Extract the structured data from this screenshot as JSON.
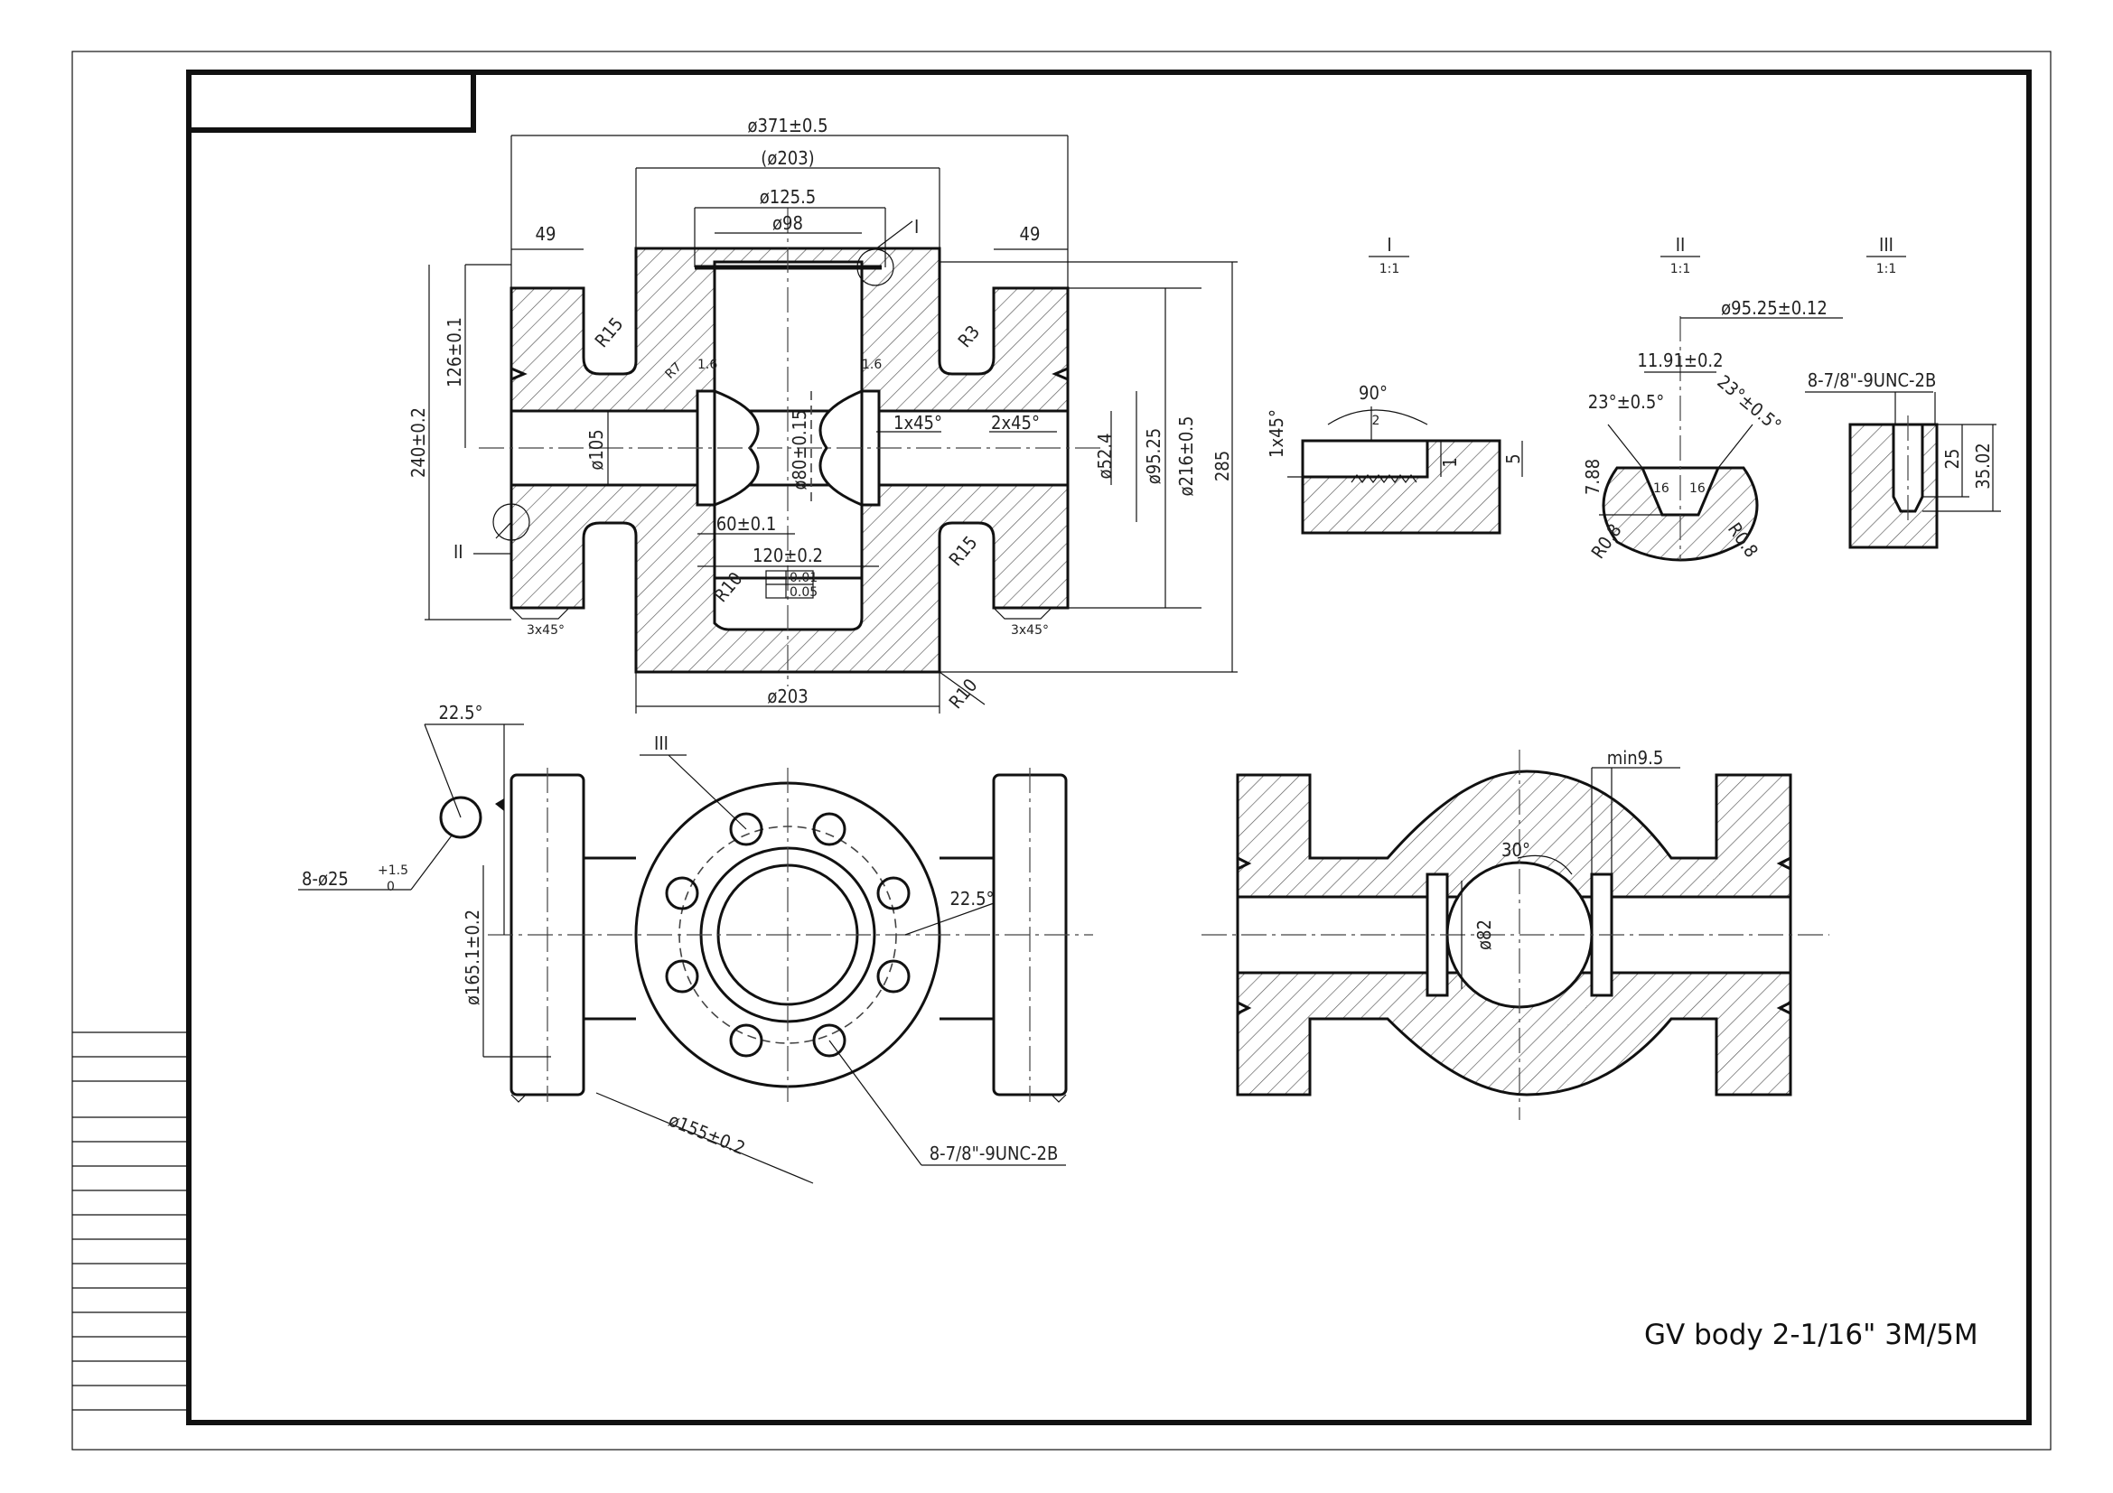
{
  "drawing_title": "GV body 2-1/16\" 3M/5M",
  "section_view": {
    "dims": {
      "overall_width": "ø371±0.5",
      "ref_dia": "(ø203)",
      "bore_125": "ø125.5",
      "bore_98": "ø98",
      "flange_left": "49",
      "flange_right": "49",
      "height_126": "126±0.1",
      "height_240": "240±0.2",
      "dia_105": "ø105",
      "dia_80": "ø80±0.15",
      "chamfer_1x45": "1x45°",
      "chamfer_2x45": "2x45°",
      "dia_52": "ø52.4",
      "dia_95": "ø95.25",
      "dia_216": "ø216±0.5",
      "height_285": "285",
      "len_60": "60±0.1",
      "len_120": "120±0.2",
      "bottom_203": "ø203",
      "r15_a": "R15",
      "r3": "R3",
      "r15_b": "R15",
      "r10_a": "R10",
      "r10_b": "R10",
      "r7": "R7",
      "rough_a": "1.6",
      "rough_b": "1.6",
      "chamfer_left": "3x45°",
      "chamfer_right": "3x45°",
      "detail_i": "I",
      "detail_ii": "II",
      "tol_parallel": "0.01",
      "tol_flat": "0.05"
    }
  },
  "detail_views": {
    "i": {
      "label": "I",
      "scale": "1:1",
      "angle": "90°",
      "dim_2": "2",
      "dim_1x45": "1x45°",
      "dim_1": "1",
      "dim_5": "5"
    },
    "ii": {
      "label": "II",
      "scale": "1:1",
      "dia": "ø95.25±0.12",
      "width": "11.91±0.2",
      "angle_left": "23°±0.5°",
      "angle_right": "23°±0.5°",
      "depth": "7.88",
      "r_left": "R0.8",
      "r_right": "R0.8",
      "sm_a": "16",
      "sm_b": "16"
    },
    "iii": {
      "label": "III",
      "scale": "1:1",
      "thread": "8-7/8\"-9UNC-2B",
      "depth_25": "25",
      "depth_35": "35.02"
    }
  },
  "flange_view": {
    "angle_a": "22.5°",
    "holes": "8-ø25",
    "holes_tol_plus": "+1.5",
    "holes_tol_zero": "0",
    "dia_165": "ø165.1±0.2",
    "detail_iii": "III",
    "angle_b": "22.5°",
    "pcd": "ø155±0.2",
    "thread": "8-7/8\"-9UNC-2B"
  },
  "side_section": {
    "min_wall": "min9.5",
    "angle_30": "30°",
    "dia_82": "ø82"
  },
  "colors": {
    "line": "#111111",
    "background": "#ffffff"
  }
}
